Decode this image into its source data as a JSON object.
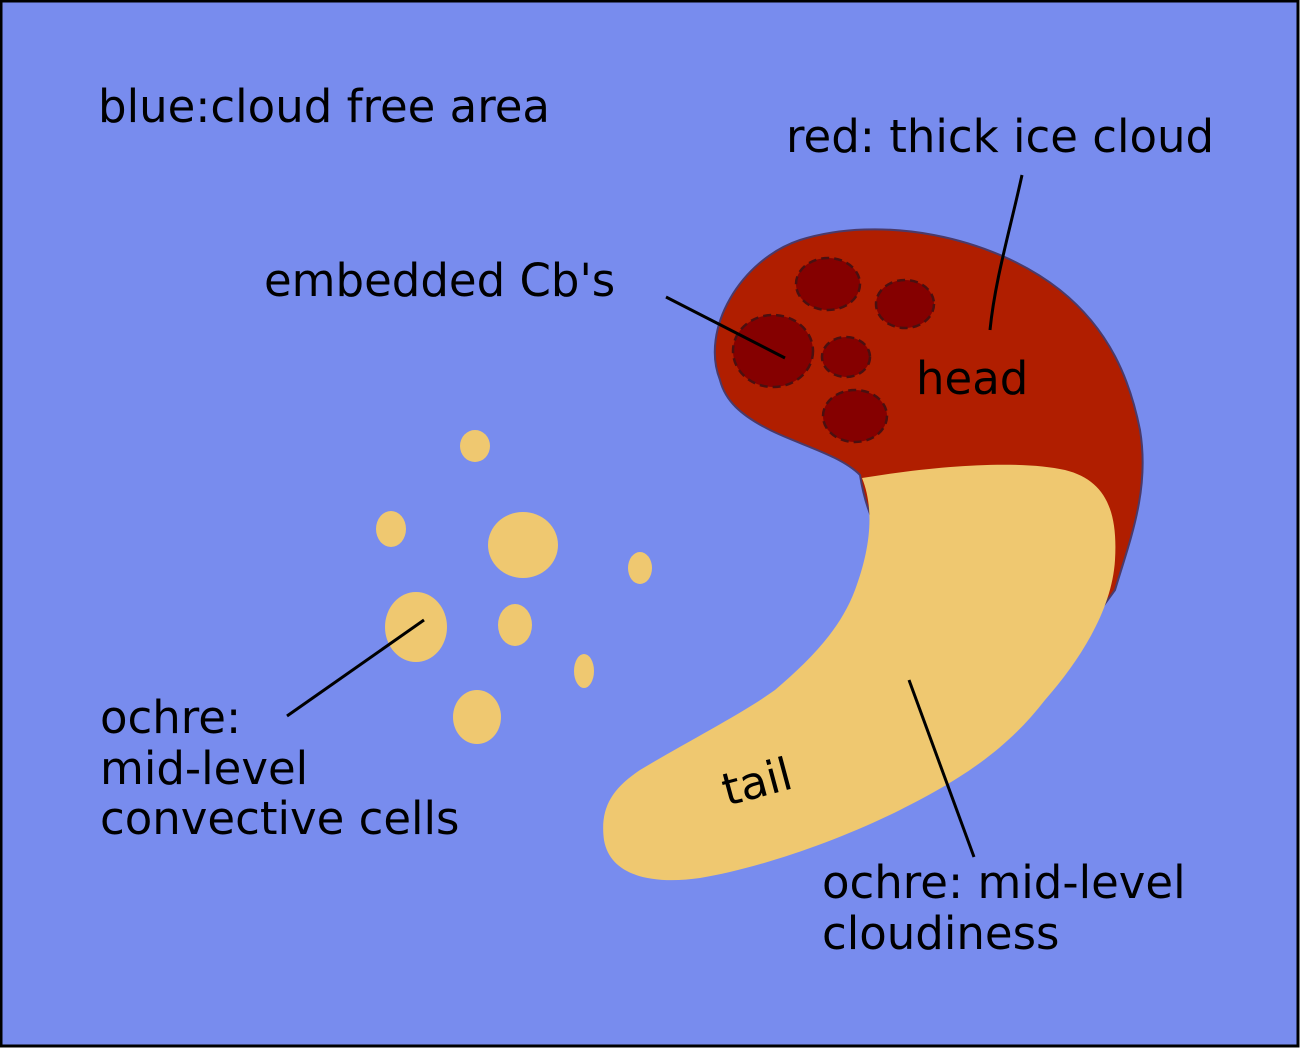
{
  "colors": {
    "background": "#788cee",
    "border": "#000000",
    "thick_ice_cloud": "#b01e00",
    "embedded_cb": "#850000",
    "mid_level": "#efc870",
    "text": "#000000"
  },
  "legend": {
    "blue": "blue:cloud free area",
    "red": "red: thick ice cloud",
    "embedded": "embedded Cb's",
    "ochre_cells": [
      "ochre:",
      "mid-level",
      "convective cells"
    ],
    "ochre_mid": [
      "ochre: mid-level",
      "cloudiness"
    ]
  },
  "regions": {
    "head": "head",
    "tail": "tail"
  }
}
